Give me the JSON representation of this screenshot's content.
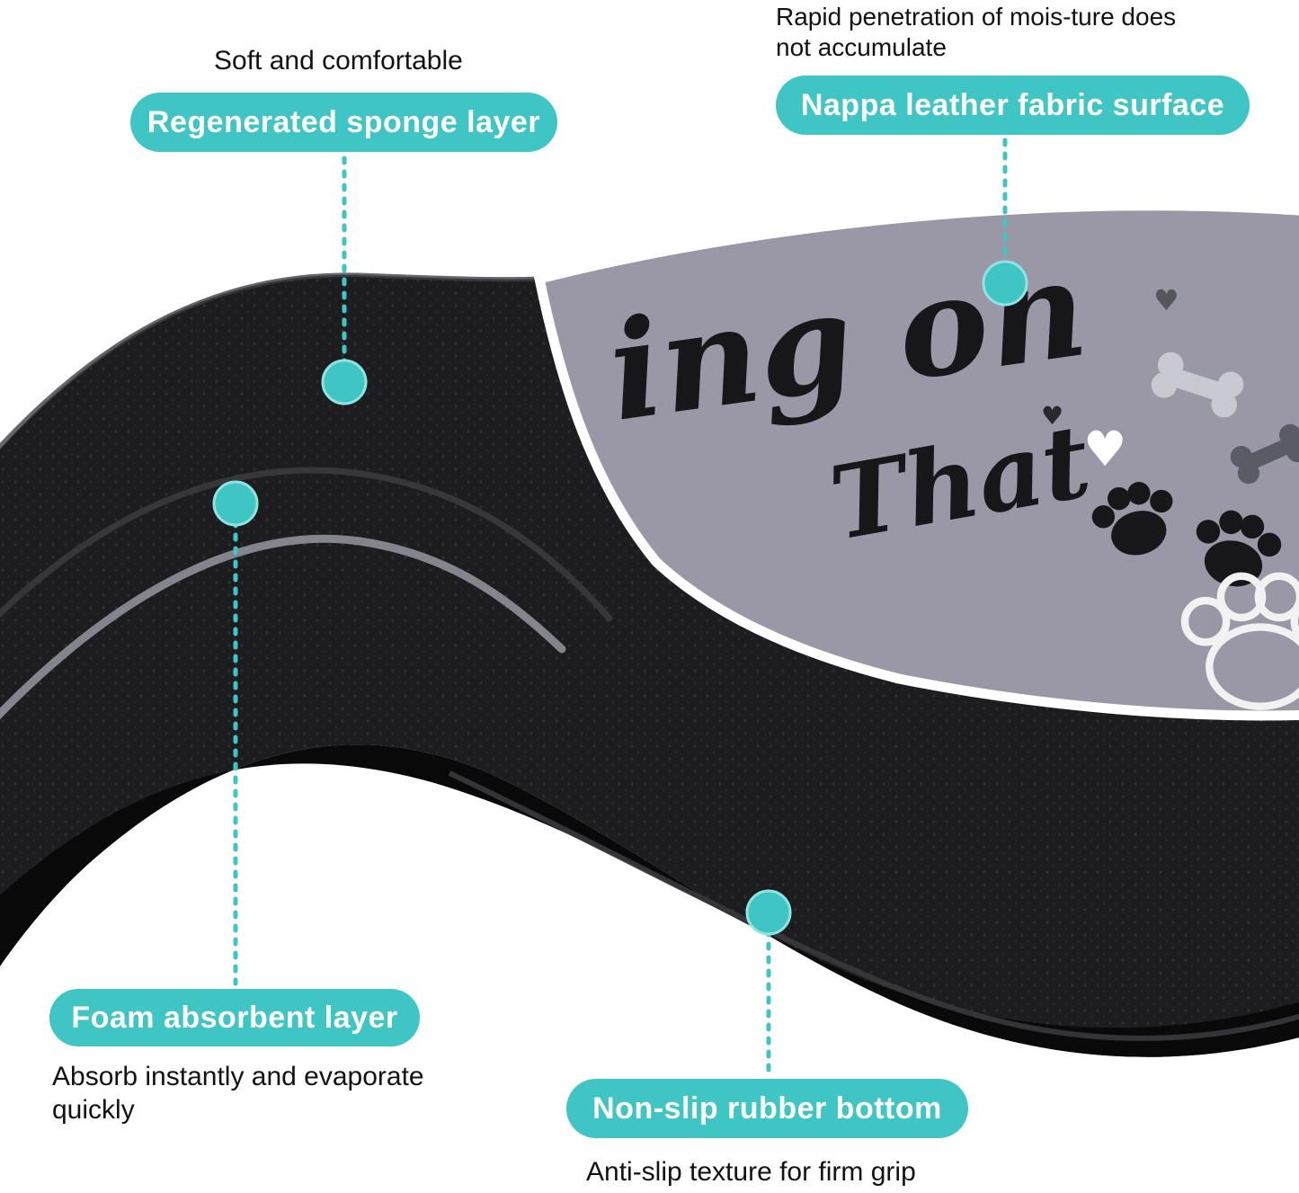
{
  "colors": {
    "accent": "#3FC5C4",
    "mat_surface": "#9A98A6",
    "mat_foam": "#1D1D20",
    "mat_rubber": "#09090A"
  },
  "icons": {
    "heart": "♥"
  },
  "product": {
    "script_line1": "ing on",
    "script_line2": "That"
  },
  "callouts": {
    "sponge": {
      "note": "Soft and comfortable",
      "label": "Regenerated sponge layer"
    },
    "surface": {
      "note_line1": "Rapid penetration of mois-ture does",
      "note_line2": "not accumulate",
      "label": "Nappa leather fabric surface"
    },
    "foam": {
      "label": "Foam absorbent layer",
      "note": "Absorb instantly and evaporate quickly"
    },
    "rubber": {
      "label": "Non-slip rubber bottom",
      "note": "Anti-slip texture for firm grip"
    }
  }
}
